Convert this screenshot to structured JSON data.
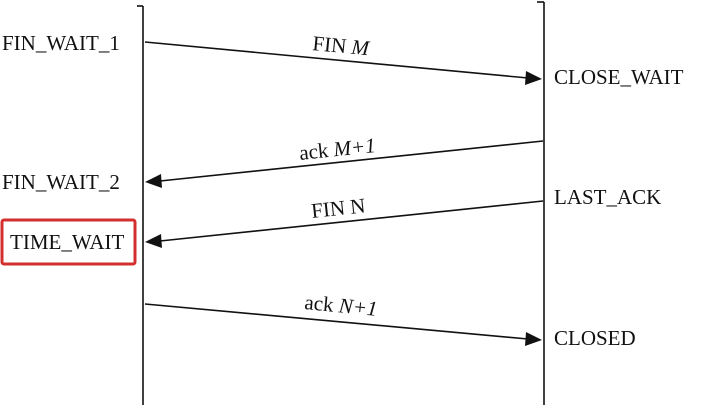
{
  "colors": {
    "ink": "#111111",
    "background": "#ffffff",
    "highlight": "#d32f2f"
  },
  "left_states": {
    "fin_wait_1": "FIN_WAIT_1",
    "fin_wait_2": "FIN_WAIT_2",
    "time_wait": "TIME_WAIT"
  },
  "right_states": {
    "close_wait": "CLOSE_WAIT",
    "last_ack": "LAST_ACK",
    "closed": "CLOSED"
  },
  "messages": {
    "fin_m": {
      "prefix": "FIN ",
      "var": "M"
    },
    "ack_m1": {
      "prefix": "ack ",
      "var": "M+1"
    },
    "fin_n": {
      "prefix": "FIN ",
      "var": "N"
    },
    "ack_n1": {
      "prefix": "ack ",
      "var": "N+1"
    }
  },
  "highlighted_state": "TIME_WAIT"
}
